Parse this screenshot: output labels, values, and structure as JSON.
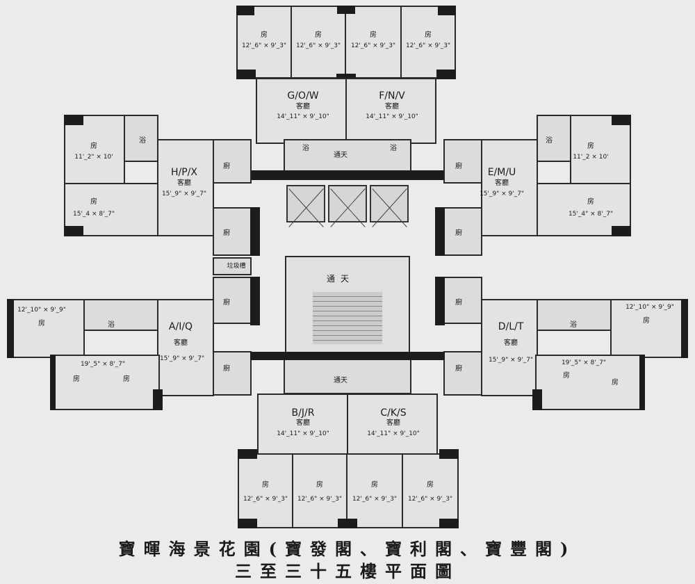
{
  "labels": {
    "room": "房",
    "living": "客廳",
    "bath": "浴",
    "kitchen": "廚",
    "void": "通天",
    "refuse": "垃圾槽"
  },
  "top_rooms": [
    "12'_6\" × 9'_3\"",
    "12'_6\" × 9'_3\"",
    "12'_6\" × 9'_3\"",
    "12'_6\" × 9'_3\""
  ],
  "bottom_rooms": [
    "12'_6\" × 9'_3\"",
    "12'_6\" × 9'_3\"",
    "12'_6\" × 9'_3\"",
    "12'_6\" × 9'_3\""
  ],
  "units": {
    "gow": {
      "name": "G/O/W",
      "dims": "14'_11\" × 9'_10\""
    },
    "fnv": {
      "name": "F/N/V",
      "dims": "14'_11\" × 9'_10\""
    },
    "hpx": {
      "name": "H/P/X",
      "dims": "15'_9\" × 9'_7\"",
      "room1": "11'_2\" × 10'",
      "room2": "15'_4 × 8'_7\""
    },
    "emu": {
      "name": "E/M/U",
      "dims": "15'_9\" × 9'_7\"",
      "room1": "11'_2 × 10'",
      "room2": "15'_4\" × 8'_7\""
    },
    "aiq": {
      "name": "A/I/Q",
      "dims": "15'_9\" × 9'_7\"",
      "room1": "12'_10\" × 9'_9\"",
      "room2": "19'_5\" × 8'_7\""
    },
    "dlt": {
      "name": "D/L/T",
      "dims": "15'_9\" × 9'_7\"",
      "room1": "12'_10\" × 9'_9\"",
      "room2": "19'_5\" × 8'_7\""
    },
    "bjr": {
      "name": "B/J/R",
      "dims": "14'_11\" × 9'_10\""
    },
    "cks": {
      "name": "C/K/S",
      "dims": "14'_11\" × 9'_10\""
    }
  },
  "title": {
    "line1": "寶暉海景花園(寶發閣、寶利閣、寶豐閣)",
    "line2": "三至三十五樓平面圖"
  }
}
